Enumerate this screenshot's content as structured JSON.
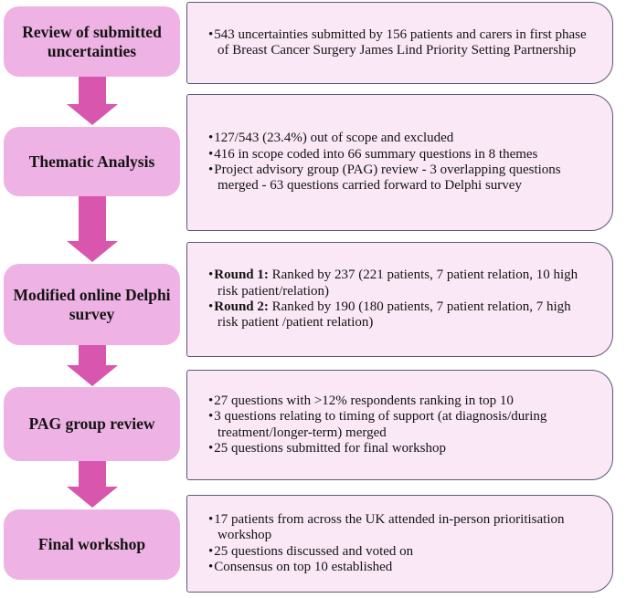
{
  "figure": {
    "type": "flowchart",
    "bullet_char": "•",
    "colors": {
      "stage_box_fill": "#efb2e4",
      "arrow_fill": "#d956ae",
      "detail_box_fill": "#fae8f6",
      "detail_box_border": "#5b5a73",
      "text": "#141414"
    },
    "stages": [
      {
        "label": "Review of submitted\nuncertainties",
        "bullets": [
          {
            "bold": "",
            "text": "543 uncertainties submitted by 156 patients and carers in first phase of Breast Cancer Surgery James Lind Priority Setting Partnership"
          }
        ]
      },
      {
        "label": "Thematic Analysis",
        "bullets": [
          {
            "bold": "",
            "text": "127/543 (23.4%) out of scope and excluded"
          },
          {
            "bold": "",
            "text": "416 in scope coded into 66 summary questions in 8 themes"
          },
          {
            "bold": "",
            "text": "Project advisory group (PAG) review - 3 overlapping questions merged - 63 questions carried forward to Delphi survey"
          }
        ]
      },
      {
        "label": "Modified online Delphi\nsurvey",
        "bullets": [
          {
            "bold": "Round 1:",
            "text": " Ranked by 237 (221 patients, 7 patient relation, 10 high risk patient/relation)"
          },
          {
            "bold": "Round 2:",
            "text": " Ranked by 190 (180 patients, 7 patient relation, 7 high risk patient /patient relation)"
          }
        ]
      },
      {
        "label": "PAG group review",
        "bullets": [
          {
            "bold": "",
            "text": "27 questions with >12% respondents ranking in top 10"
          },
          {
            "bold": "",
            "text": "3 questions relating to timing of support (at diagnosis/during treatment/longer-term) merged"
          },
          {
            "bold": "",
            "text": "25 questions submitted for final workshop"
          }
        ]
      },
      {
        "label": "Final workshop",
        "bullets": [
          {
            "bold": "",
            "text": "17 patients from across the UK attended in-person prioritisation workshop"
          },
          {
            "bold": "",
            "text": "25 questions discussed and voted on"
          },
          {
            "bold": "",
            "text": "Consensus on top 10 established"
          }
        ]
      }
    ]
  }
}
